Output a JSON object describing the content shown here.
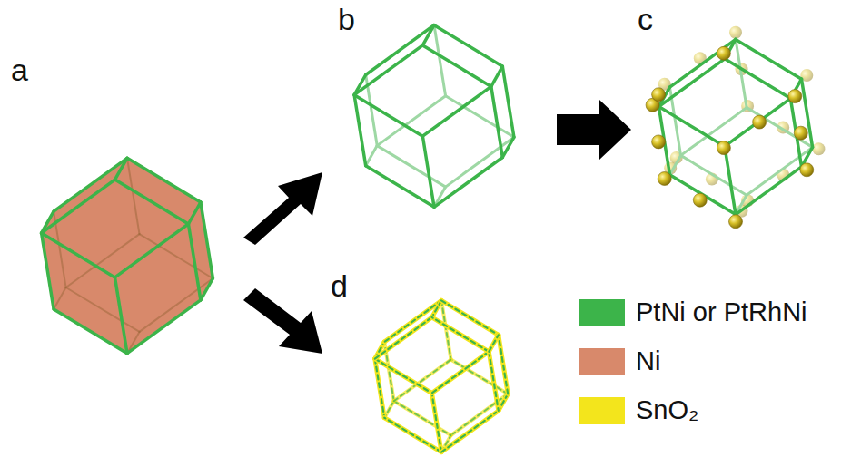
{
  "diagram": {
    "labels": [
      "a",
      "b",
      "c",
      "d"
    ],
    "legend": [
      {
        "text": "PtNi or PtRhNi",
        "color": "#3cb44a"
      },
      {
        "text": "Ni",
        "color": "#d8896b"
      },
      {
        "text": "SnO₂",
        "color": "#f3e51c"
      }
    ]
  }
}
